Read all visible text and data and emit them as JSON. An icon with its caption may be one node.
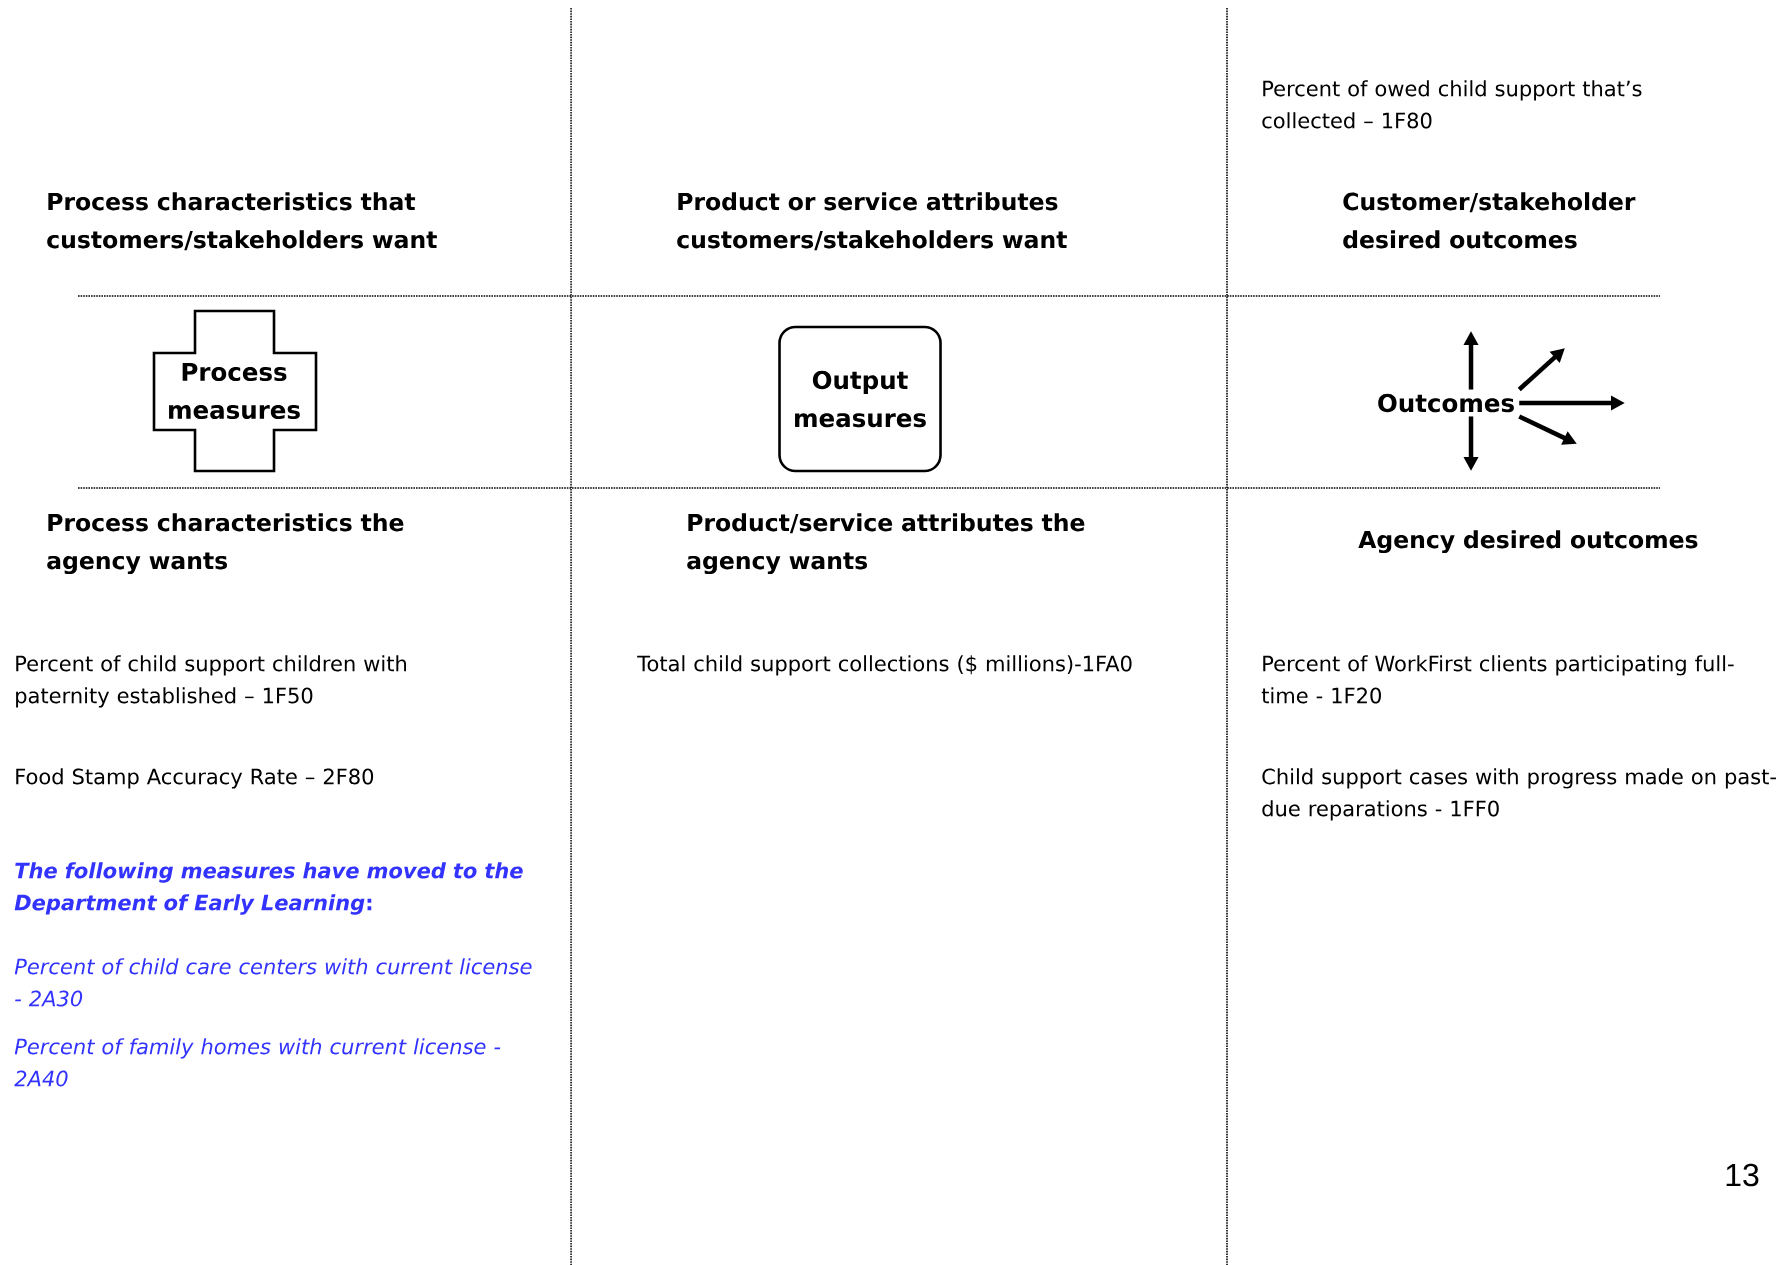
{
  "diagram": {
    "nodes": [
      {
        "text": [
          "Process measures"
        ]
      },
      {
        "text": [
          "Output measures"
        ]
      },
      {
        "text": [
          "Outcomes"
        ]
      }
    ],
    "edges": [
      {
        "from": 2,
        "to": null,
        "arrow": "to"
      },
      {
        "from": 2,
        "to": null,
        "arrow": "to"
      },
      {
        "from": 2,
        "to": null,
        "arrow": "to"
      },
      {
        "from": 2,
        "to": null,
        "arrow": "to"
      },
      {
        "from": 2,
        "to": null,
        "arrow": "to"
      }
    ],
    "labels": [
      "Percent of owed child support that’s collected – 1F80",
      "Process characteristics that customers/stakeholders want",
      "Product or service attributes customers/stakeholders want",
      "Customer/stakeholder desired outcomes",
      "Process characteristics the agency wants",
      "Product/service attributes the agency wants",
      "Agency desired outcomes",
      "Percent of child support children with paternity established – 1F50",
      "Total child support collections ($ millions)-1FA0",
      "Percent of WorkFirst clients participating full-time - 1F20",
      "Food Stamp Accuracy Rate – 2F80",
      "Child support cases with progress made on past-due reparations - 1FF0",
      "*The following measures have moved to the Department of Early Learning*:",
      "Percent of child care centers with current license - 2A30",
      "Percent of family homes with current license - 2A40",
      "13"
    ]
  }
}
